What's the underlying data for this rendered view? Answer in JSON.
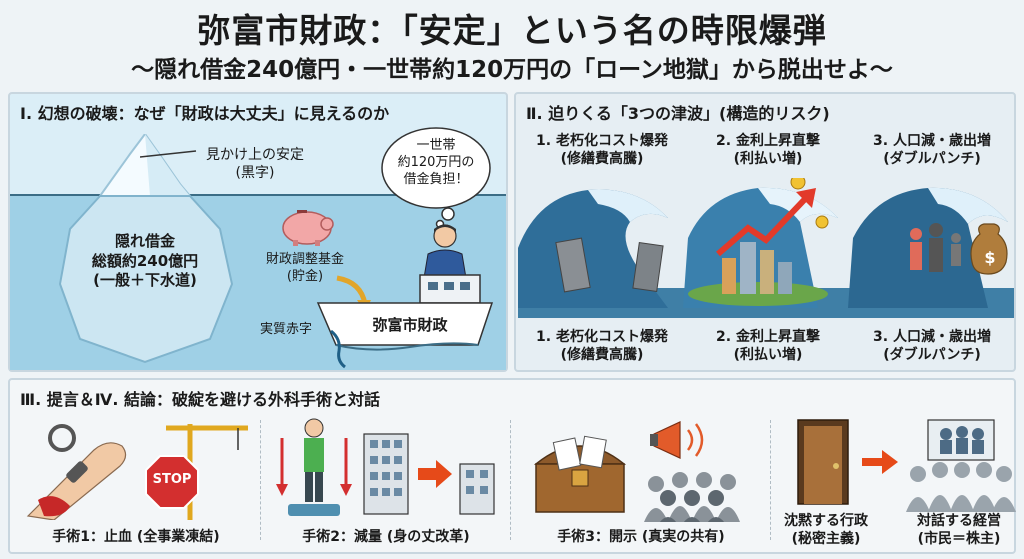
{
  "header": {
    "title": "弥富市財政：「安定」という名の時限爆弾",
    "subtitle": "〜隠れ借金240億円・一世帯約120万円の「ローン地獄」から脱出せよ〜"
  },
  "section1": {
    "title": "Ⅰ. 幻想の破壊：なぜ「財政は大丈夫」に見えるのか",
    "surface_label_1": "見かけ上の安定",
    "surface_label_2": "(黒字)",
    "hidden_debt_1": "隠れ借金",
    "hidden_debt_2": "総額約240億円",
    "hidden_debt_3": "(一般＋下水道)",
    "bubble_1": "一世帯",
    "bubble_2": "約120万円の",
    "bubble_3": "借金負担！",
    "fund_1": "財政調整基金",
    "fund_2": "(貯金)",
    "deficit": "実質赤字",
    "ship_name": "弥富市財政"
  },
  "section2": {
    "title": "Ⅱ. 迫りくる「3つの津波」(構造的リスク)",
    "waves": [
      {
        "top_1": "1. 老朽化コスト爆発",
        "top_2": "(修繕費高騰)",
        "bottom_1": "1. 老朽化コスト爆発",
        "bottom_2": "(修繕費高騰)"
      },
      {
        "top_1": "2. 金利上昇直撃",
        "top_2": "(利払い増)",
        "bottom_1": "2. 金利上昇直撃",
        "bottom_2": "(利払い増)"
      },
      {
        "top_1": "3. 人口減・歳出増",
        "top_2": "(ダブルパンチ)",
        "bottom_1": "3. 人口減・歳出増",
        "bottom_2": "(ダブルパンチ)"
      }
    ],
    "money_symbol": "$"
  },
  "section3": {
    "title": "Ⅲ. 提言＆Ⅳ. 結論：破綻を避ける外科手術と対話",
    "stop_sign": "STOP",
    "surgery_1": "手術1：止血 (全事業凍結)",
    "surgery_2": "手術2：減量 (身の丈改革)",
    "surgery_3": "手術3：開示 (真実の共有)",
    "silent_1": "沈黙する行政",
    "silent_2": "(秘密主義)",
    "dialog_1": "対話する経営",
    "dialog_2": "(市民＝株主)"
  }
}
